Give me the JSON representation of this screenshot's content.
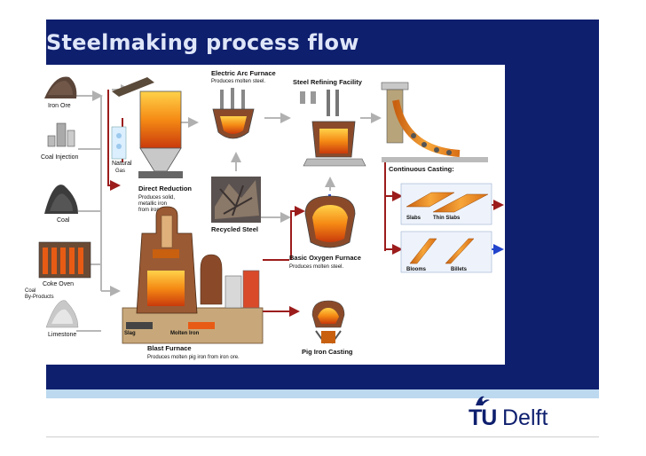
{
  "slide": {
    "title": "Steelmaking process flow",
    "logo_text_tu": "TU",
    "logo_text_delft": "Delft"
  },
  "diagram": {
    "inputs": {
      "iron_ore": "Iron Ore",
      "coal_injection": "Coal Injection",
      "coal": "Coal",
      "coke_oven": "Coke Oven",
      "coal_byproducts_line1": "Coal",
      "coal_byproducts_line2": "By-Products",
      "limestone": "Limestone",
      "natural_gas_line1": "Natural",
      "natural_gas_line2": "Gas"
    },
    "direct_reduction": {
      "title": "Direct Reduction",
      "desc_line1": "Produces solid,",
      "desc_line2": "metallic iron",
      "desc_line3": "from iron ore."
    },
    "electric_arc_furnace": {
      "title": "Electric Arc Furnace",
      "desc": "Produces molten steel."
    },
    "steel_refining": {
      "title": "Steel Refining Facility"
    },
    "recycled_steel": {
      "title": "Recycled Steel"
    },
    "basic_oxygen_furnace": {
      "title": "Basic Oxygen Furnace",
      "desc": "Produces molten steel."
    },
    "continuous_casting": {
      "title": "Continuous Casting:",
      "slabs": "Slabs",
      "thin_slabs": "Thin Slabs",
      "blooms": "Blooms",
      "billets": "Billets"
    },
    "blast_furnace": {
      "title": "Blast Furnace",
      "desc": "Produces molten pig iron from iron ore.",
      "slag": "Slag",
      "molten_iron": "Molten Iron"
    },
    "pig_iron_casting": {
      "title": "Pig Iron Casting"
    },
    "colors": {
      "band": "#0e1f6e",
      "title_text": "#dfe6f8",
      "flow_arrow": "#9c1c1c",
      "gray_arrow": "#b8b8b8",
      "molten": "#f07a12",
      "furnace_brown": "#8a4a2a"
    }
  }
}
